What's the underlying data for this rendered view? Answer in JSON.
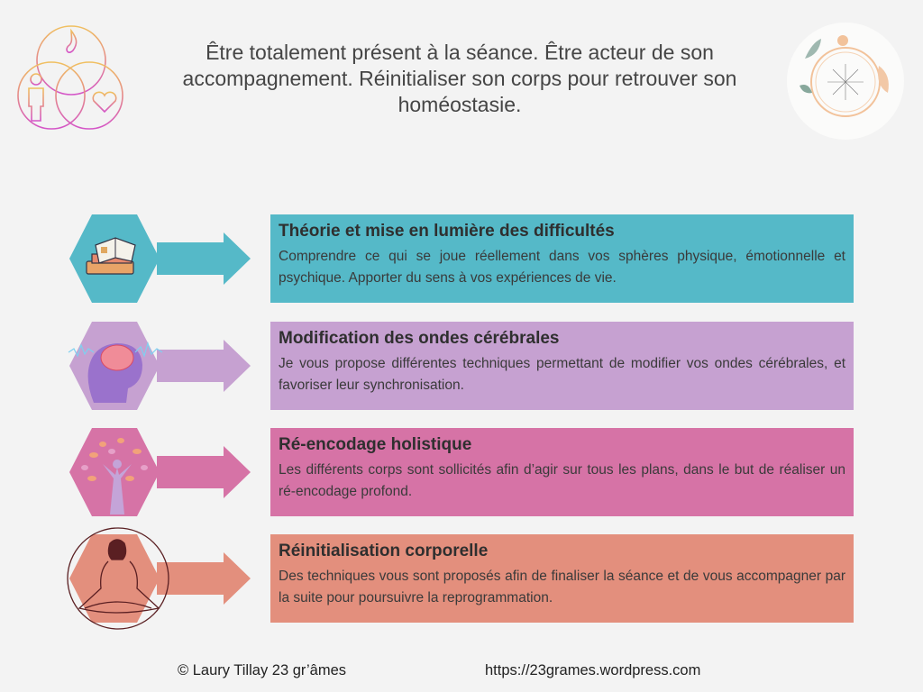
{
  "header": {
    "headline": "Être totalement présent à la séance. Être acteur de son accompagnement.  Réinitialiser son corps pour retrouver son homéostasie."
  },
  "colors": {
    "background": "#f3f3f3",
    "step1": "#55b9c8",
    "step2": "#c6a1d1",
    "step3": "#d673a6",
    "step4": "#e38f7d"
  },
  "steps": [
    {
      "icon": "books-icon",
      "title": "Théorie et mise en  lumière des difficultés",
      "text": "Comprendre ce qui se joue réellement dans vos sphères physique, émotionnelle et psychique. Apporter du sens à vos expériences de vie."
    },
    {
      "icon": "brain-waves-icon",
      "title": "Modification des ondes cérébrales",
      "text": "Je vous propose différentes techniques permettant de modifier vos ondes cérébrales, et favoriser leur synchronisation."
    },
    {
      "icon": "tree-person-icon",
      "title": "Ré-encodage holistique",
      "text": "Les différents corps sont sollicités afin d’agir sur tous les plans, dans le but de réaliser un ré-encodage profond."
    },
    {
      "icon": "meditation-icon",
      "title": "Réinitialisation corporelle",
      "text": "Des techniques vous sont proposés afin de finaliser la séance et de vous accompagner par la suite pour poursuivre la reprogrammation."
    }
  ],
  "footer": {
    "copyright": "© Laury Tillay 23 gr’âmes",
    "url": "https://23grames.wordpress.com"
  }
}
